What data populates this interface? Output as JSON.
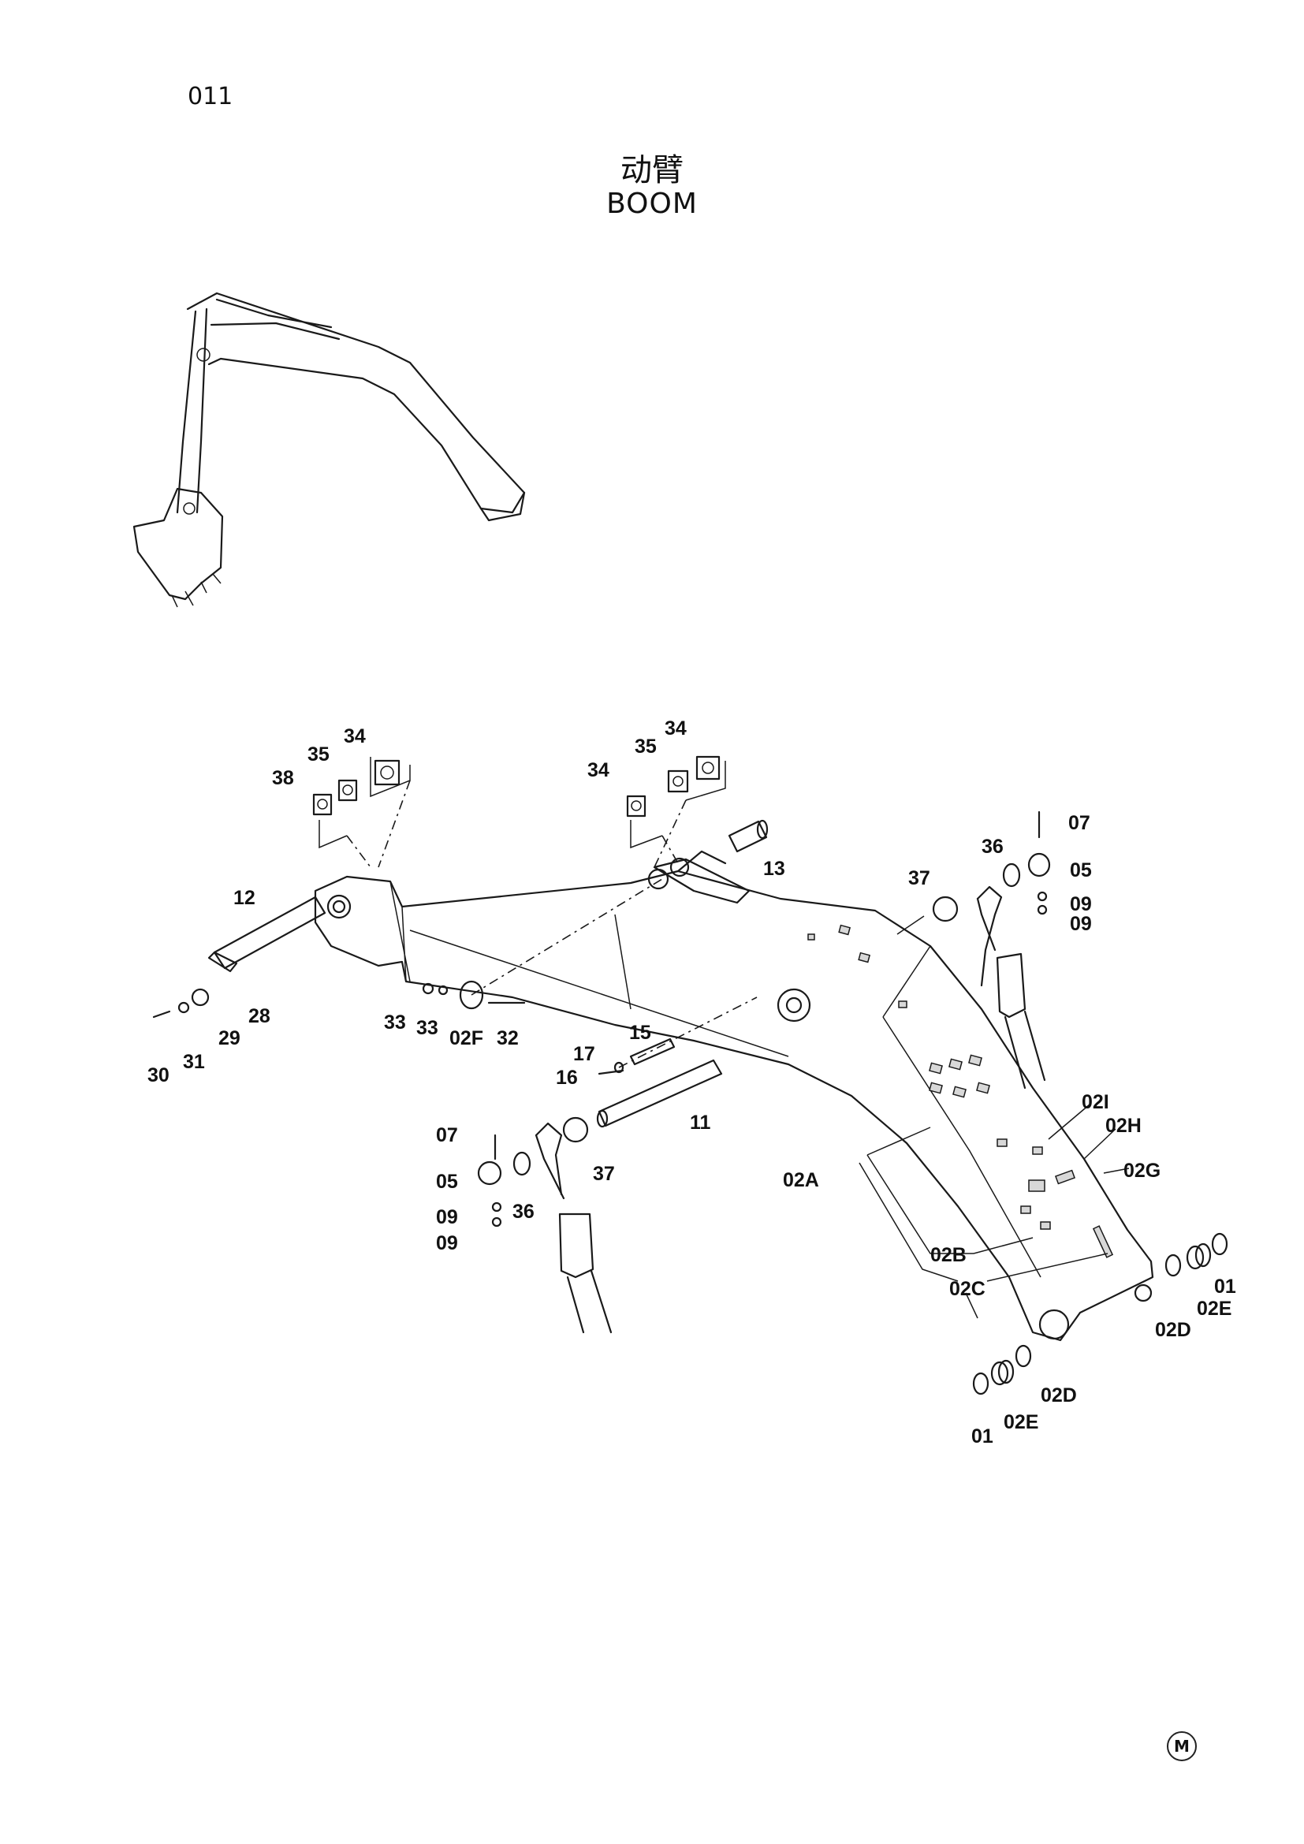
{
  "header": {
    "page_code": "011",
    "title_cn": "动臂",
    "title_en": "BOOM"
  },
  "footer": {
    "mark": "M"
  },
  "callouts": [
    {
      "id": "c01a",
      "text": "01"
    },
    {
      "id": "c01b",
      "text": "01"
    },
    {
      "id": "c02a",
      "text": "02A"
    },
    {
      "id": "c02b",
      "text": "02B"
    },
    {
      "id": "c02c",
      "text": "02C"
    },
    {
      "id": "c02d1",
      "text": "02D"
    },
    {
      "id": "c02d2",
      "text": "02D"
    },
    {
      "id": "c02e1",
      "text": "02E"
    },
    {
      "id": "c02e2",
      "text": "02E"
    },
    {
      "id": "c02f",
      "text": "02F"
    },
    {
      "id": "c02g",
      "text": "02G"
    },
    {
      "id": "c02h",
      "text": "02H"
    },
    {
      "id": "c02i",
      "text": "02I"
    },
    {
      "id": "c05a",
      "text": "05"
    },
    {
      "id": "c05b",
      "text": "05"
    },
    {
      "id": "c07a",
      "text": "07"
    },
    {
      "id": "c07b",
      "text": "07"
    },
    {
      "id": "c09a",
      "text": "09"
    },
    {
      "id": "c09b",
      "text": "09"
    },
    {
      "id": "c09c",
      "text": "09"
    },
    {
      "id": "c09d",
      "text": "09"
    },
    {
      "id": "c11",
      "text": "11"
    },
    {
      "id": "c12",
      "text": "12"
    },
    {
      "id": "c13",
      "text": "13"
    },
    {
      "id": "c15",
      "text": "15"
    },
    {
      "id": "c16",
      "text": "16"
    },
    {
      "id": "c17",
      "text": "17"
    },
    {
      "id": "c28",
      "text": "28"
    },
    {
      "id": "c29",
      "text": "29"
    },
    {
      "id": "c30",
      "text": "30"
    },
    {
      "id": "c31",
      "text": "31"
    },
    {
      "id": "c32",
      "text": "32"
    },
    {
      "id": "c33a",
      "text": "33"
    },
    {
      "id": "c33b",
      "text": "33"
    },
    {
      "id": "c34a",
      "text": "34"
    },
    {
      "id": "c34b",
      "text": "34"
    },
    {
      "id": "c34c",
      "text": "34"
    },
    {
      "id": "c35a",
      "text": "35"
    },
    {
      "id": "c35b",
      "text": "35"
    },
    {
      "id": "c36a",
      "text": "36"
    },
    {
      "id": "c36b",
      "text": "36"
    },
    {
      "id": "c37a",
      "text": "37"
    },
    {
      "id": "c37b",
      "text": "37"
    },
    {
      "id": "c38",
      "text": "38"
    }
  ]
}
